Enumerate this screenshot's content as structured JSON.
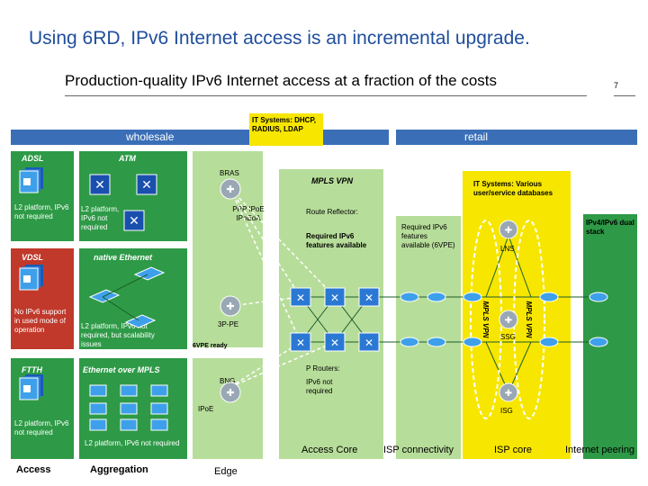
{
  "header": {
    "title": "Using 6RD, IPv6 Internet access is an incremental upgrade.",
    "subtitle": "Production-quality IPv6 Internet access at a fraction of the costs",
    "slide_number": "7"
  },
  "bars": {
    "wholesale": "wholesale",
    "retail": "retail"
  },
  "it_systems_top": "IT Systems: DHCP, RADIUS, LDAP",
  "it_systems_retail": "IT Systems: Various user/service databases",
  "access": {
    "adsl": {
      "title": "ADSL",
      "note": "L2 platform, IPv6 not required"
    },
    "vdsl": {
      "title": "VDSL",
      "note": "No IPv6 support in used mode of operation"
    },
    "ftth": {
      "title": "FTTH",
      "note": "L2 platform, IPv6 not required"
    }
  },
  "aggregation": {
    "atm": {
      "title": "ATM",
      "note": "L2 platform, IPv6 not required"
    },
    "native": {
      "title": "native Ethernet",
      "note": "L2 platform, IPv6 not required, but scalability issues"
    },
    "emp": {
      "title": "Ethernet over MPLS",
      "note": "L2 platform, IPv6 not required"
    }
  },
  "edge": {
    "bras": "BRAS",
    "bras_note": "PPP IPoE IPoEoA",
    "pe": "3P-PE",
    "pe_note": "6VPE ready",
    "bng": "BNG",
    "bng_note": "IPoE"
  },
  "core": {
    "mpls_vpn": "MPLS VPN",
    "route_reflector": "Route Reflector:",
    "rr_note": "Required IPv6 features available",
    "p_routers": "P Routers:",
    "p_note": "IPv6 not required"
  },
  "isp": {
    "note": "Required IPv6 features available (6VPE)",
    "lns": "LNS",
    "ssg": "SSG",
    "isg": "ISG",
    "mpls_vpn_left": "MPLS VPN",
    "mpls_vpn_right": "MPLS VPN"
  },
  "peering": {
    "note": "IPv4/IPv6 dual stack"
  },
  "bottom_labels": {
    "access": "Access",
    "aggregation": "Aggregation",
    "edge": "Edge",
    "access_core": "Access Core",
    "isp_connectivity": "ISP connectivity",
    "isp_core": "ISP core",
    "internet_peering": "Internet peering"
  },
  "colors": {
    "blue": "#3a6fb7",
    "green": "#2e9a47",
    "light_green": "#b7dd9a",
    "yellow": "#f7e600",
    "vdsl_red": "#c0392b"
  }
}
